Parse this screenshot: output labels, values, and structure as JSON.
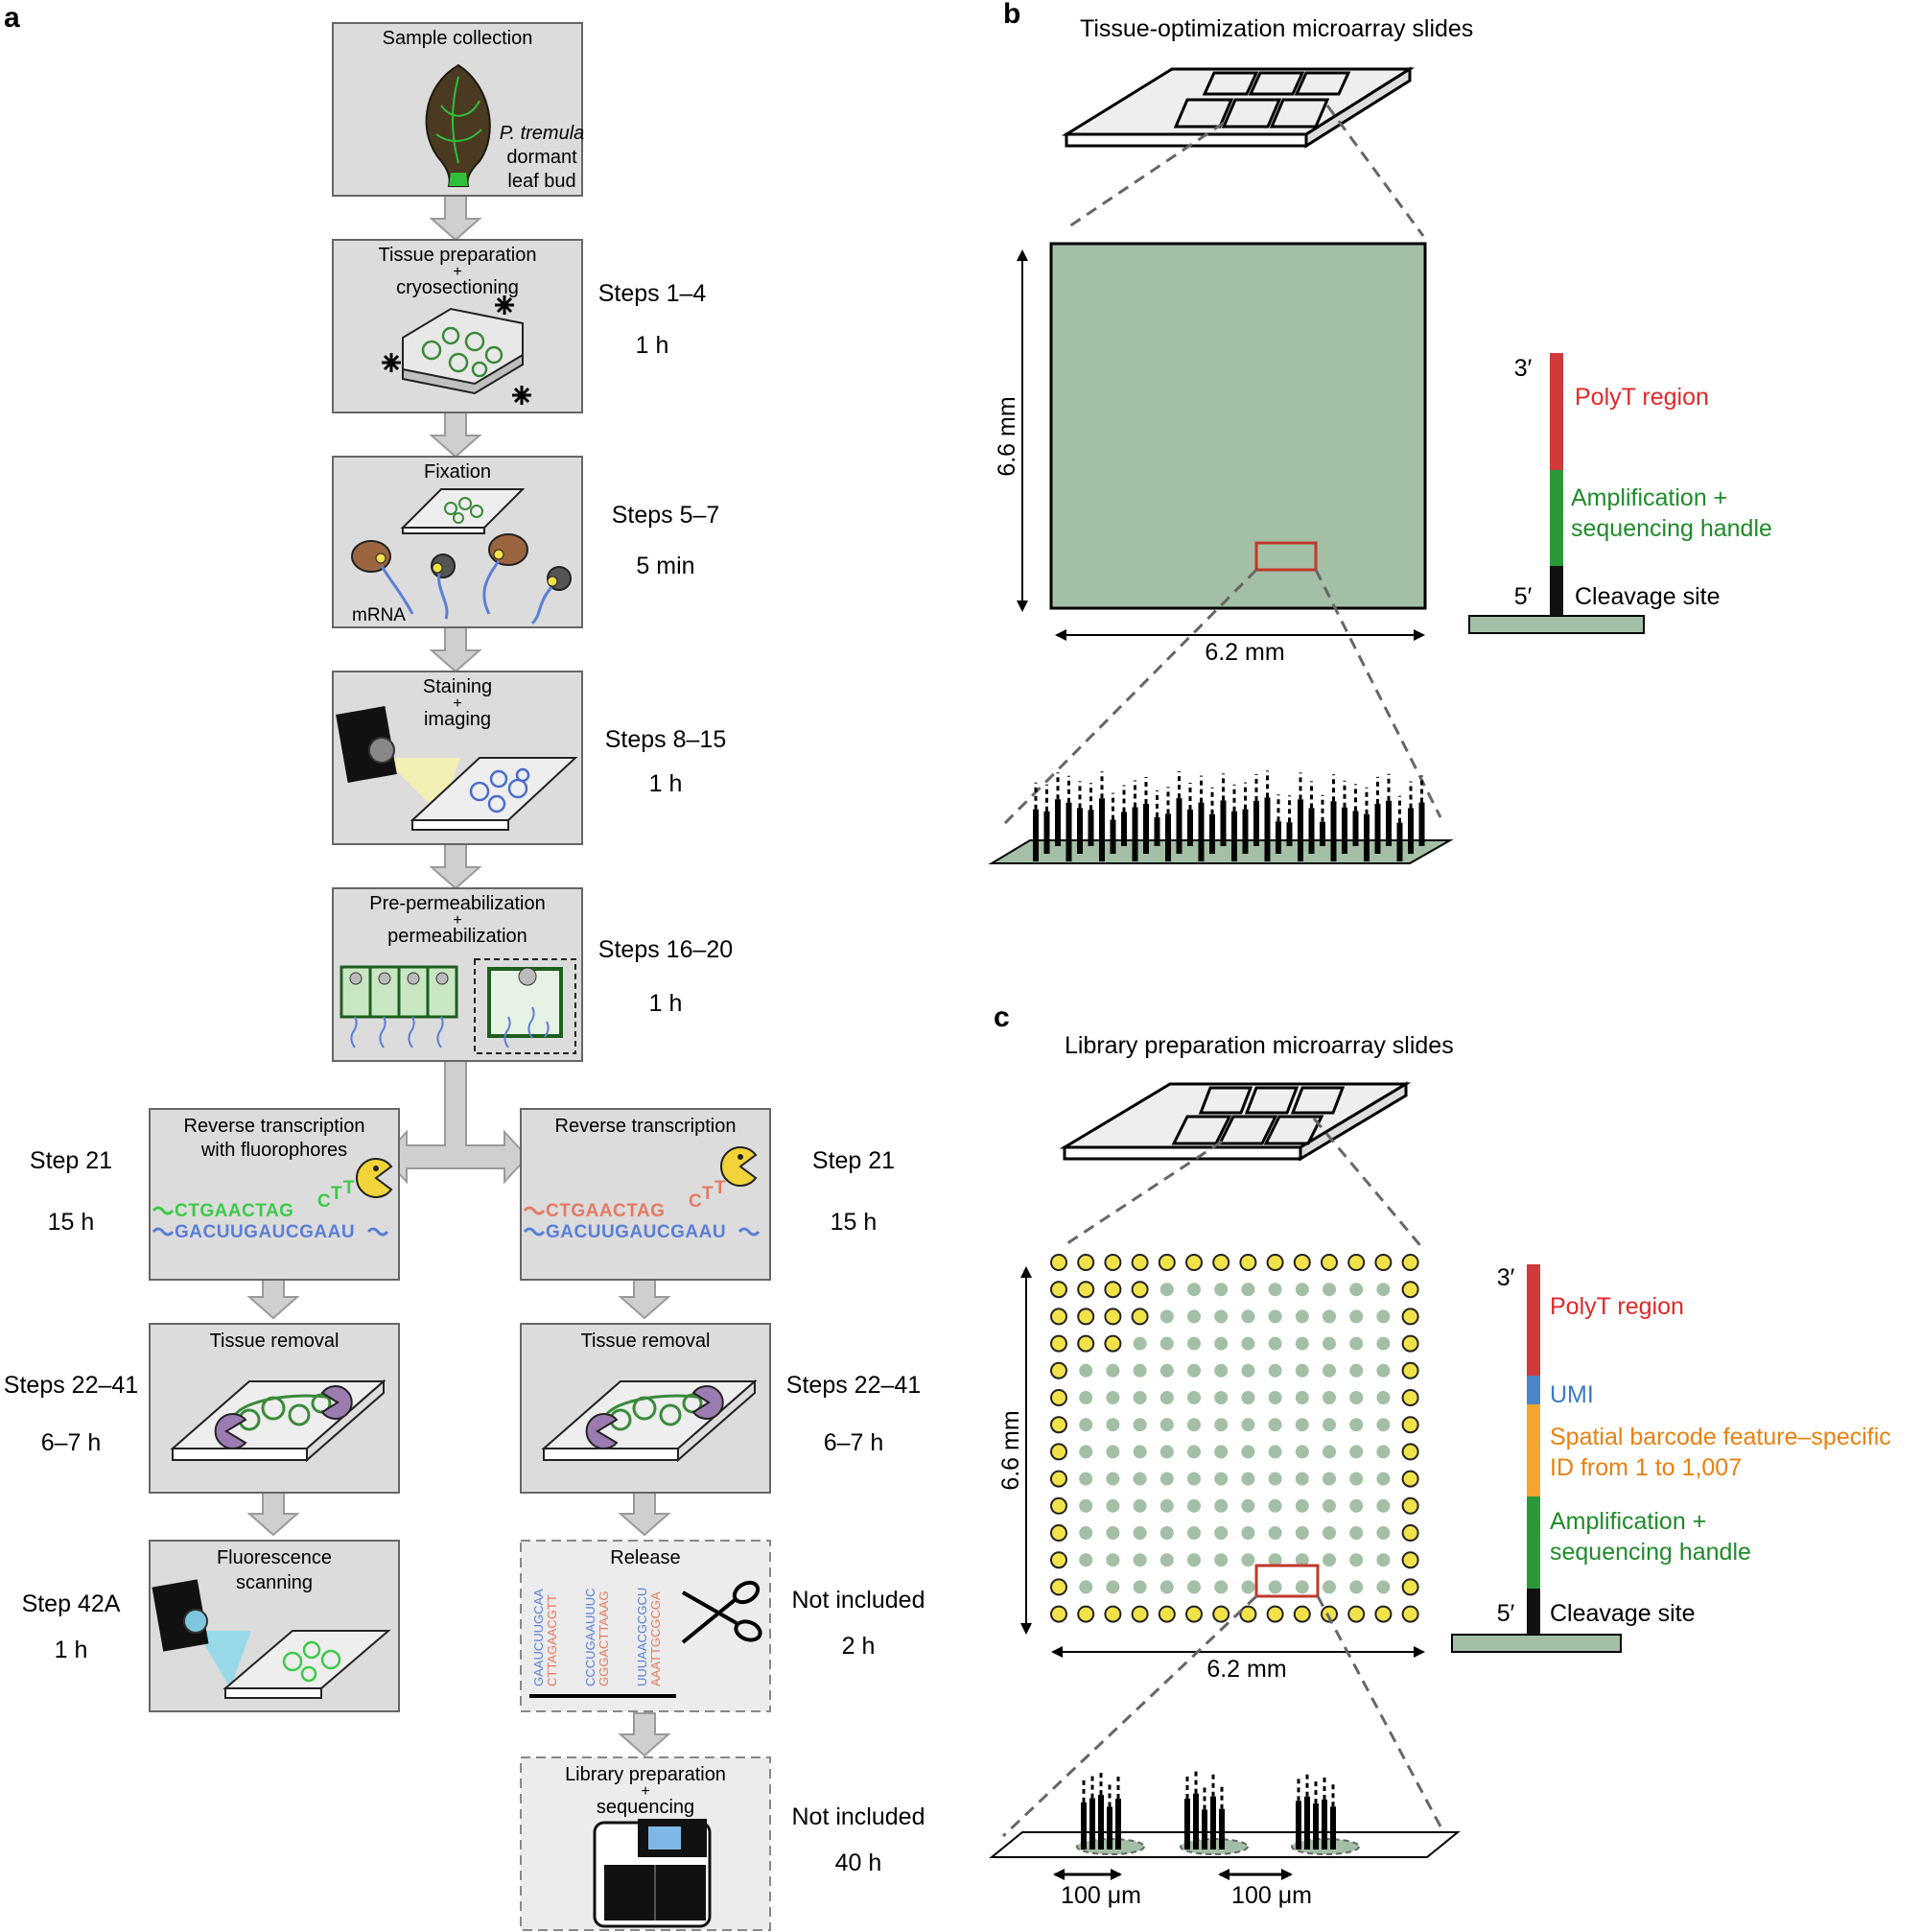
{
  "panel_a": {
    "letter": "a",
    "boxes": {
      "sample": {
        "title": "Sample collection",
        "species": "P. tremula",
        "line2": "dormant",
        "line3": "leaf bud"
      },
      "tissue_prep": {
        "title1": "Tissue preparation",
        "plus": "+",
        "title2": "cryosectioning",
        "steps": "Steps 1–4",
        "time": "1 h"
      },
      "fixation": {
        "title": "Fixation",
        "mrna": "mRNA",
        "steps": "Steps 5–7",
        "time": "5 min"
      },
      "staining": {
        "title1": "Staining",
        "plus": "+",
        "title2": "imaging",
        "steps": "Steps 8–15",
        "time": "1 h"
      },
      "perm": {
        "title1": "Pre-permeabilization",
        "plus": "+",
        "title2": "permeabilization",
        "steps": "Steps 16–20",
        "time": "1 h"
      },
      "rt_left": {
        "title1": "Reverse transcription",
        "title2": "with fluorophores",
        "seq_top": "CTGAACTAG",
        "seq_tail": [
          "C",
          "T",
          "T"
        ],
        "seq_bottom": "GACUUGAUCGAAU",
        "steps": "Step 21",
        "time": "15 h"
      },
      "rt_right": {
        "title": "Reverse transcription",
        "seq_top": "CTGAACTAG",
        "seq_tail": [
          "C",
          "T",
          "T"
        ],
        "seq_bottom": "GACUUGAUCGAAU",
        "steps": "Step 21",
        "time": "15 h"
      },
      "removal_left": {
        "title": "Tissue removal",
        "steps": "Steps 22–41",
        "time": "6–7 h"
      },
      "removal_right": {
        "title": "Tissue removal",
        "steps": "Steps 22–41",
        "time": "6–7 h"
      },
      "fluor": {
        "title1": "Fluorescence",
        "title2": "scanning",
        "steps": "Step 42A",
        "time": "1 h"
      },
      "release": {
        "title": "Release",
        "seqs": [
          "GAAUCUUGCAA",
          "CTTAGAACGTT",
          "CCCUGAAUUUC",
          "GGGACTTAAAG",
          "UUUAACGCGCU",
          "AAATTGCGCGA"
        ],
        "steps": "Not included",
        "time": "2 h"
      },
      "library": {
        "title1": "Library preparation",
        "plus": "+",
        "title2": "sequencing",
        "steps": "Not included",
        "time": "40 h"
      }
    }
  },
  "panel_b": {
    "letter": "b",
    "title": "Tissue-optimization microarray slides",
    "height_label": "6.6 mm",
    "width_label": "6.2 mm",
    "probe": {
      "three_prime": "3′",
      "five_prime": "5′",
      "polyt": "PolyT region",
      "amp1": "Amplification +",
      "amp2": "sequencing handle",
      "cleavage": "Cleavage site"
    }
  },
  "panel_c": {
    "letter": "c",
    "title": "Library preparation microarray slides",
    "height_label": "6.6 mm",
    "width_label": "6.2 mm",
    "spacing_left": "100 μm",
    "spacing_right": "100 μm",
    "probe": {
      "three_prime": "3′",
      "five_prime": "5′",
      "polyt": "PolyT region",
      "umi": "UMI",
      "barcode1": "Spatial barcode feature–specific",
      "barcode2": "ID from 1 to 1,007",
      "amp1": "Amplification +",
      "amp2": "sequencing handle",
      "cleavage": "Cleavage site"
    }
  },
  "colors": {
    "box_fill": "#dcdcdc",
    "box_stroke": "#666666",
    "arrow": "#cfcfcf",
    "slide_green": "#a3bfa5",
    "polyt_red": "#d03a3a",
    "amp_green": "#2a9a38",
    "umi_blue": "#4a86c8",
    "barcode_orange": "#f3a530",
    "dot_yellow": "#f2e24a",
    "dot_green": "#a3bfa5",
    "seq_green": "#3ec94a",
    "seq_red": "#e57a62",
    "seq_blue": "#5b7fd6"
  }
}
